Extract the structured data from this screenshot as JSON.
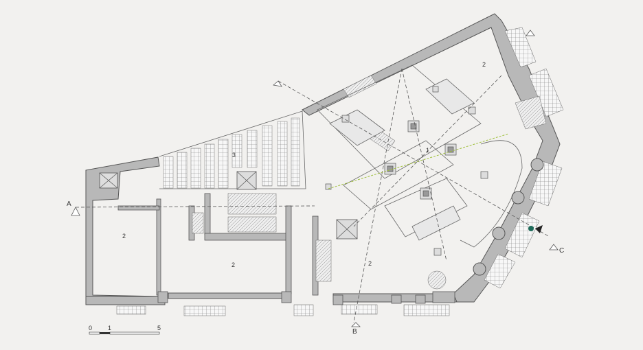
{
  "plan": {
    "section_markers": {
      "a": "A",
      "b": "B",
      "c": "C"
    },
    "room_labels": {
      "r1": "1",
      "r2_top_right": "2",
      "r2_left": "2",
      "r2_center": "2",
      "r2_bottom_right": "2",
      "r3": "3"
    },
    "scale_bar": {
      "start": "0",
      "mid": "1",
      "end": "5"
    },
    "colors": {
      "wall_fill": "#b8b8b8",
      "wall_stroke": "#555555",
      "line": "#666666",
      "dash": "#555555",
      "green_dash": "#9fbf3b",
      "marker": "#1e6b5a"
    }
  }
}
